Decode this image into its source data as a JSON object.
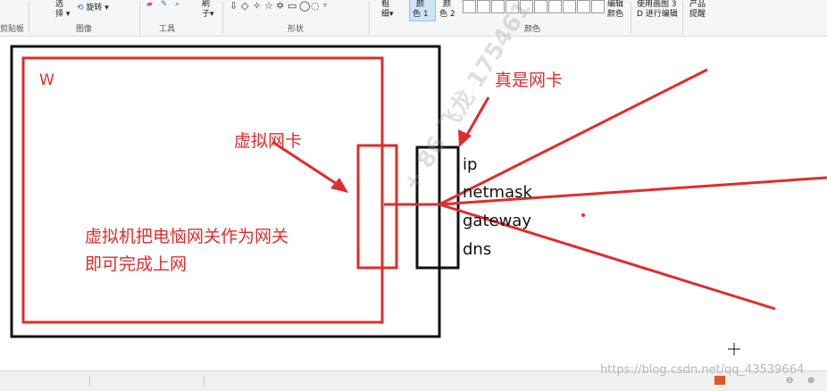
{
  "ribbon": {
    "clipboard_label": "剪贴板",
    "select_line1": "选",
    "select_line2": "择",
    "rotate_label": "旋转",
    "image_label": "图像",
    "tools_label": "工具",
    "brush_line1": "刷",
    "brush_line2": "子",
    "shapes_label": "形状",
    "outline_line1": "粗",
    "outline_line2": "细",
    "color1_line1": "颜",
    "color1_line2": "色 1",
    "color2_line1": "颜",
    "color2_line2": "色 2",
    "colors_label": "颜色",
    "edit_colors_line1": "编辑",
    "edit_colors_line2": "颜色",
    "paint3d_line1": "使用画图 3",
    "paint3d_line2": "D 进行编辑",
    "product_line1": "产品",
    "product_line2": "提醒",
    "icons": [
      "rotate-icon",
      "eraser-icon",
      "picker-icon",
      "magnifier-icon",
      "shapes-icons"
    ]
  },
  "canvas": {
    "w_label": "W",
    "virtual_nic_label": "虚拟网卡",
    "real_nic_label": "真是网卡",
    "gateway_note_line1": "虚拟机把电恼网关作为网关",
    "gateway_note_line2": "即可完成上网",
    "nic_fields": [
      "ip",
      "netmask",
      "gateway",
      "dns"
    ],
    "watermark_diag": "+ 86 飞龙 175461",
    "colors": {
      "red": "#e02c2c",
      "black": "#111111"
    }
  },
  "watermark_url": "https://blog.csdn.net/qq_43539664"
}
